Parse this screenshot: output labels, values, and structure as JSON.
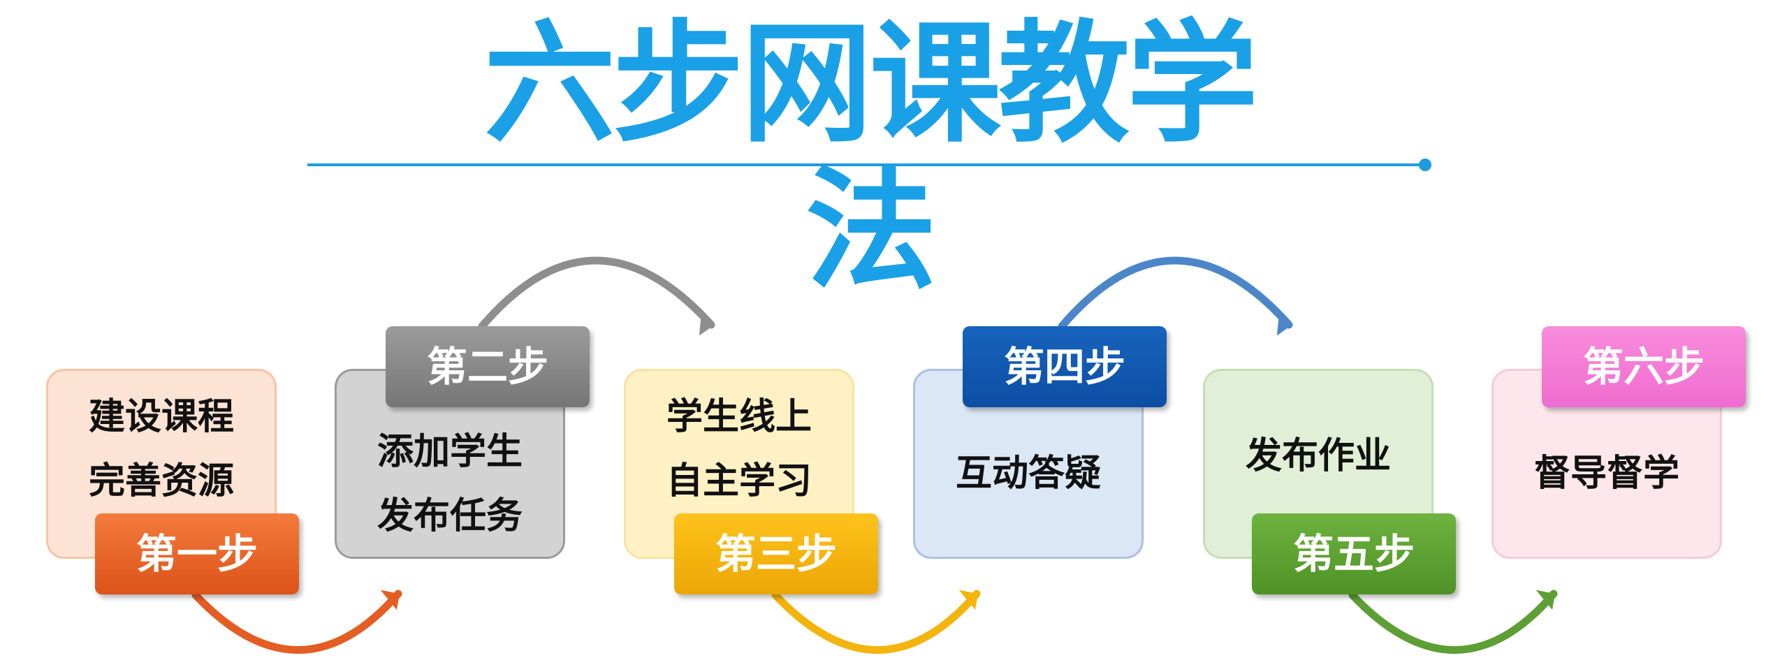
{
  "title": "六步网课教学法",
  "colors": {
    "title": "#1aa0e6",
    "rule": "#1f9be0"
  },
  "steps": [
    {
      "label": "第一步",
      "lines": [
        "建设课程",
        "完善资源"
      ],
      "card_fill": "#fce3d4",
      "card_border": "#f7c3a3",
      "label_color_top": "#f47a3c",
      "label_color_bottom": "#dd531a",
      "arrow_color": "#e45d23"
    },
    {
      "label": "第二步",
      "lines": [
        "添加学生",
        "发布任务"
      ],
      "card_fill": "#d3d3d3",
      "card_border": "#9a9a9a",
      "label_color_top": "#9b9b9b",
      "label_color_bottom": "#767676",
      "arrow_color": "#8e8e8e"
    },
    {
      "label": "第三步",
      "lines": [
        "学生线上",
        "自主学习"
      ],
      "card_fill": "#fff1c4",
      "card_border": "#f8e3a0",
      "label_color_top": "#ffc21c",
      "label_color_bottom": "#eaa705",
      "arrow_color": "#f3b40d"
    },
    {
      "label": "第四步",
      "lines": [
        "互动答疑"
      ],
      "card_fill": "#dbe7f5",
      "card_border": "#a9c1e2",
      "label_color_top": "#1763bd",
      "label_color_bottom": "#0d4ea4",
      "arrow_color": "#4b86c9"
    },
    {
      "label": "第五步",
      "lines": [
        "发布作业"
      ],
      "card_fill": "#e1efd6",
      "card_border": "#c5deb2",
      "label_color_top": "#6db33f",
      "label_color_bottom": "#4f9226",
      "arrow_color": "#5d9f35"
    },
    {
      "label": "第六步",
      "lines": [
        "督导督学"
      ],
      "card_fill": "#fde6ec",
      "card_border": "#f7cbd7",
      "label_color_top": "#f88cdb",
      "label_color_bottom": "#ef6cd0",
      "arrow_color": "#ef6cd0"
    }
  ]
}
